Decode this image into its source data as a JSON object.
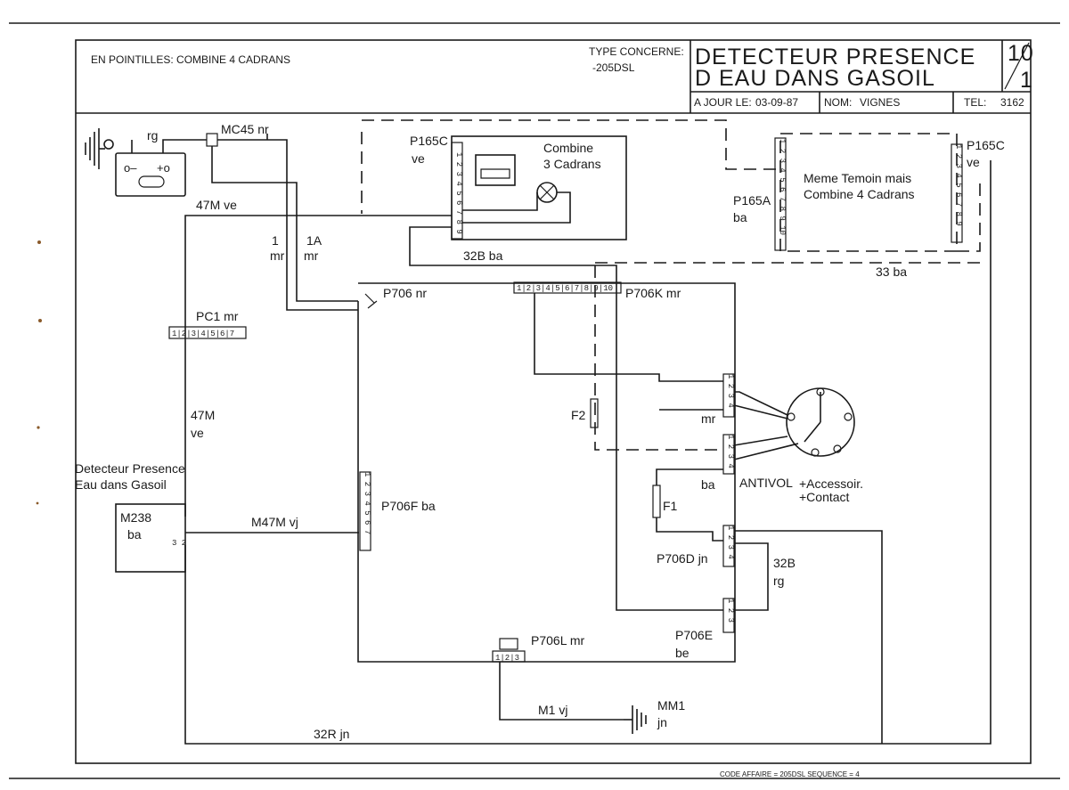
{
  "title_block": {
    "note": "EN POINTILLES: COMBINE 4 CADRANS",
    "type_label": "TYPE CONCERNE:",
    "type_value": "-205DSL",
    "title_line1": "DETECTEUR PRESENCE",
    "title_line2": "D EAU DANS GASOIL",
    "sheet_number": "10",
    "sheet_sub": "1",
    "update_label": "A JOUR LE:",
    "update_date": "03-09-87",
    "name_label": "NOM:",
    "name_value": "VIGNES",
    "tel_label": "TEL:",
    "tel_value": "3162",
    "footer": "CODE AFFAIRE = 205DSL SEQUENCE = 4"
  },
  "labels": {
    "rg": "rg",
    "mc45": "MC45 nr",
    "w1": "1",
    "w1_mr": "mr",
    "w1a": "1A",
    "w1a_mr": "mr",
    "w47m_ve": "47M ve",
    "w47m": "47M",
    "ve": "ve",
    "pc1": "PC1 mr",
    "m238": "M238",
    "m238_color": "ba",
    "detector_line1": "Detecteur Presence",
    "detector_line2": "Eau dans Gasoil",
    "m47m_vj": "M47M vj",
    "w32r_jn": "32R jn",
    "combine3_line1": "Combine",
    "combine3_line2": "3 Cadrans",
    "p165c": "P165C",
    "w32b_ba": "32B ba",
    "combine4_line1": "Meme Temoin mais",
    "combine4_line2": "Combine 4 Cadrans",
    "p165a": "P165A",
    "ba": "ba",
    "w33_ba": "33 ba",
    "p706": "P706 nr",
    "p706k": "P706K mr",
    "f2": "F2",
    "p706f": "P706F ba",
    "mr": "mr",
    "antivol": "ANTIVOL",
    "accessoir": "+Accessoir.",
    "contact": "+Contact",
    "f1": "F1",
    "p706d": "P706D jn",
    "w32b": "32B",
    "p706e": "P706E",
    "be": "be",
    "p706l": "P706L mr",
    "m1_vj": "M1 vj",
    "mm1": "MM1",
    "jn": "jn"
  }
}
